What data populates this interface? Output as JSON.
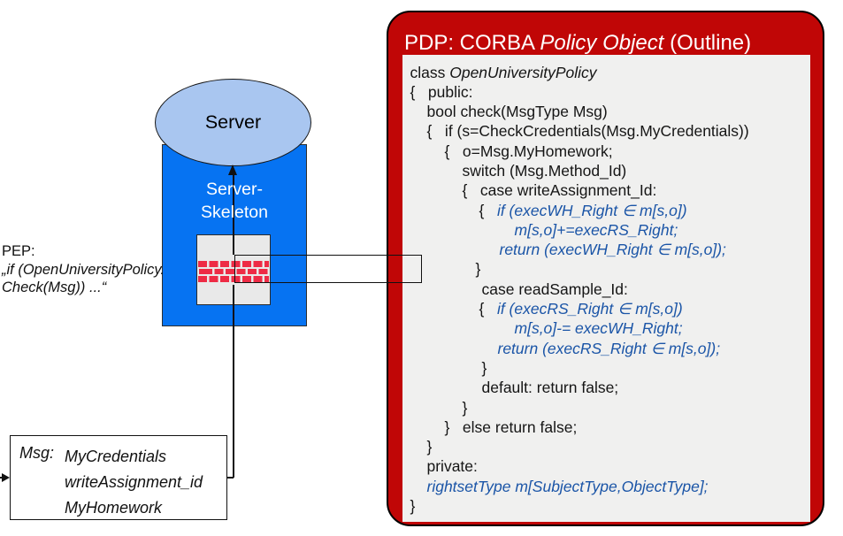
{
  "colors": {
    "pdp_red": "#c00606",
    "code_blue": "#1b55a7",
    "skeleton_blue": "#0673f2",
    "server_ellipse_blue": "#a9c6f0",
    "brick_red": "#ee2b45",
    "code_panel_gray": "#f0f0ef",
    "firewall_box_gray": "#e9e9e9"
  },
  "server": {
    "label": "Server",
    "skeleton_line1": "Server-",
    "skeleton_line2": "Skeleton"
  },
  "pep": {
    "line1": "PEP:",
    "line2": "„if (OpenUniversityPolicy.",
    "line3": "Check(Msg)) ...“"
  },
  "msg_box": {
    "label": "Msg:",
    "items": [
      "MyCredentials",
      "writeAssignment_id",
      "MyHomework"
    ]
  },
  "pdp": {
    "title": {
      "prefix": "PDP: CORBA ",
      "italic": "Policy Object",
      "suffix": " (Outline)"
    },
    "code": {
      "lines": [
        {
          "ind": 0,
          "segs": [
            [
              "n",
              "class "
            ],
            [
              "i",
              "OpenUniversityPolicy"
            ]
          ]
        },
        {
          "ind": 0,
          "segs": [
            [
              "n",
              "{   public:"
            ]
          ]
        },
        {
          "ind": 19,
          "segs": [
            [
              "n",
              "bool check(MsgType Msg)"
            ]
          ]
        },
        {
          "ind": 19,
          "segs": [
            [
              "n",
              "{   if (s=CheckCredentials(Msg.MyCredentials))"
            ]
          ]
        },
        {
          "ind": 39,
          "segs": [
            [
              "n",
              "{   o=Msg.MyHomework;"
            ]
          ]
        },
        {
          "ind": 59,
          "segs": [
            [
              "n",
              "switch (Msg.Method_Id)"
            ]
          ]
        },
        {
          "ind": 59,
          "segs": [
            [
              "n",
              "{   case writeAssignment_Id:"
            ]
          ]
        },
        {
          "ind": 78,
          "segs": [
            [
              "n",
              "{   "
            ],
            [
              "b",
              "if (execWH_Right ∈ m[s,o])"
            ]
          ]
        },
        {
          "ind": 118,
          "segs": [
            [
              "b",
              "m[s,o]+=execRS_Right;"
            ]
          ]
        },
        {
          "ind": 101,
          "segs": [
            [
              "b",
              "return (execWH_Right ∈ m[s,o]);"
            ]
          ]
        },
        {
          "ind": 74,
          "segs": [
            [
              "n",
              "}"
            ]
          ]
        },
        {
          "ind": 81,
          "segs": [
            [
              "n",
              "case readSample_Id:"
            ]
          ]
        },
        {
          "ind": 78,
          "segs": [
            [
              "n",
              "{   "
            ],
            [
              "b",
              "if (execRS_Right ∈ m[s,o])"
            ]
          ]
        },
        {
          "ind": 118,
          "segs": [
            [
              "b",
              "m[s,o]-= execWH_Right;"
            ]
          ]
        },
        {
          "ind": 99,
          "segs": [
            [
              "b",
              "return (execRS_Right ∈ m[s,o]);"
            ]
          ]
        },
        {
          "ind": 81,
          "segs": [
            [
              "n",
              "}"
            ]
          ]
        },
        {
          "ind": 81,
          "segs": [
            [
              "n",
              "default: return false;"
            ]
          ]
        },
        {
          "ind": 59,
          "segs": [
            [
              "n",
              "}"
            ]
          ]
        },
        {
          "ind": 39,
          "segs": [
            [
              "n",
              "}   else return false;"
            ]
          ]
        },
        {
          "ind": 19,
          "segs": [
            [
              "n",
              "}"
            ]
          ]
        },
        {
          "ind": 19,
          "segs": [
            [
              "n",
              "private:"
            ]
          ]
        },
        {
          "ind": 19,
          "segs": [
            [
              "b",
              "rightsetType m[SubjectType,ObjectType];"
            ]
          ]
        },
        {
          "ind": 0,
          "segs": [
            [
              "n",
              "}"
            ]
          ]
        }
      ]
    }
  }
}
